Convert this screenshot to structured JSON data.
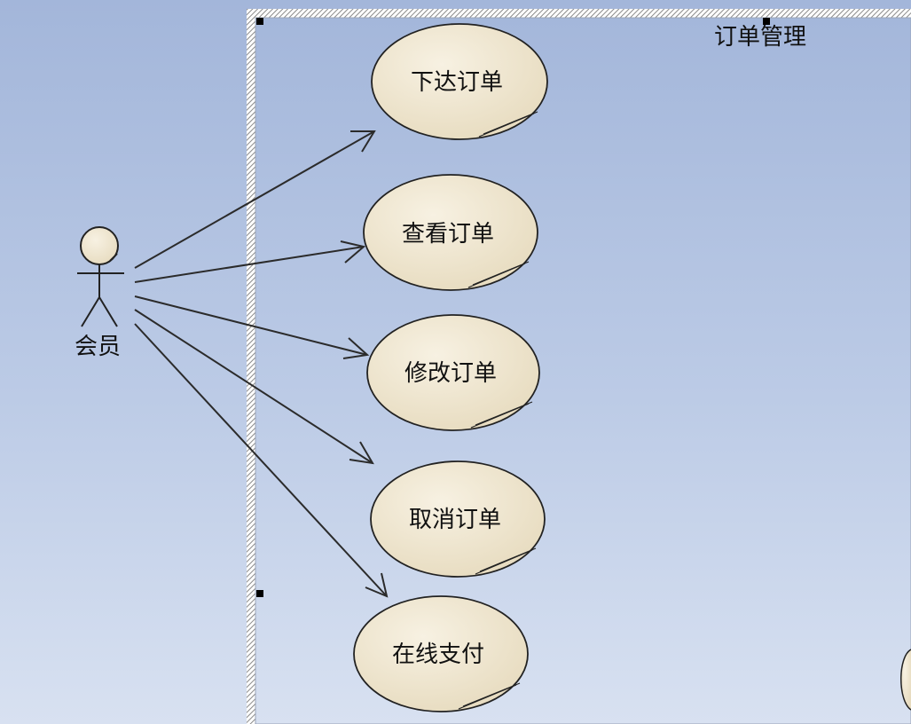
{
  "system": {
    "title": "订单管理"
  },
  "actor": {
    "name": "会员"
  },
  "use_cases": [
    {
      "label": "下达订单"
    },
    {
      "label": "查看订单"
    },
    {
      "label": "修改订单"
    },
    {
      "label": "取消订单"
    },
    {
      "label": "在线支付"
    }
  ],
  "colors": {
    "use_case_fill": "#ede3cc",
    "line": "#2b2b2b",
    "boundary_hatch": "#8a8a8a"
  }
}
